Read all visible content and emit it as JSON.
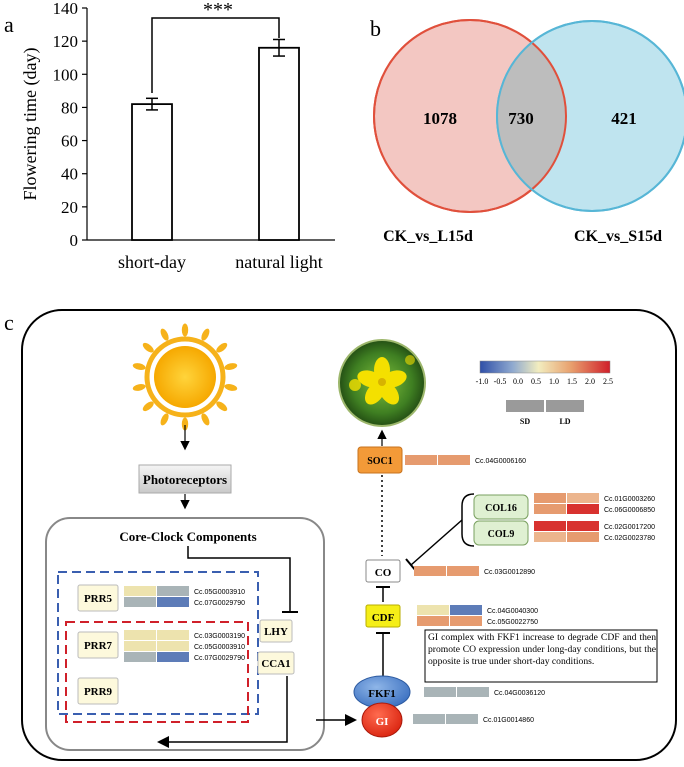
{
  "panel_labels": {
    "a": "a",
    "b": "b",
    "c": "c"
  },
  "chart_data": {
    "type": "bar",
    "categories": [
      "short-day",
      "natural light"
    ],
    "values": [
      82,
      116
    ],
    "errors": [
      3.5,
      5
    ],
    "ylabel": "Flowering time (day)",
    "ylim": [
      0,
      140
    ],
    "yticks": [
      0,
      20,
      40,
      60,
      80,
      100,
      120,
      140
    ],
    "significance": "***",
    "grid": false
  },
  "venn": {
    "left_label": "CK_vs_L15d",
    "right_label": "CK_vs_S15d",
    "left_only": "1078",
    "overlap": "730",
    "right_only": "421",
    "left_color": "#f3c7c2",
    "right_color": "#bfe4ef",
    "overlap_color": "#bdbdbd"
  },
  "pathway": {
    "photoreceptors": "Photoreceptors",
    "core_clock_title": "Core-Clock Components",
    "genes": {
      "prr5": "PRR5",
      "prr7": "PRR7",
      "prr9": "PRR9",
      "lhy": "LHY",
      "cca1": "CCA1",
      "soc1": "SOC1",
      "col16": "COL16",
      "col9": "COL9",
      "co": "CO",
      "cdf": "CDF",
      "fkf1": "FKF1",
      "gi": "GI"
    },
    "ids": {
      "prr5": [
        "Cc.05G0003910",
        "Cc.07G0029790"
      ],
      "prr7": [
        "Cc.03G0003190",
        "Cc.05G0003910",
        "Cc.07G0029790"
      ],
      "soc1": [
        "Cc.04G0006160"
      ],
      "col16": [
        "Cc.01G0003260",
        "Cc.06G0006850"
      ],
      "col9": [
        "Cc.02G0017200",
        "Cc.02G0023780"
      ],
      "co": [
        "Cc.03G0012890"
      ],
      "cdf": [
        "Cc.04G0040300",
        "Cc.05G0022750"
      ],
      "fkf1": [
        "Cc.04G0036120"
      ],
      "gi": [
        "Cc.01G0014860"
      ]
    },
    "note": "GI complex with FKF1 increase to degrade CDF and then promote CO expression under long-day conditions, but the opposite is true under short-day conditions.",
    "scale_ticks": [
      "-1.0",
      "-0.5",
      "0.0",
      "0.5",
      "1.0",
      "1.5",
      "2.0",
      "2.5"
    ],
    "sd_label": "SD",
    "ld_label": "LD"
  }
}
